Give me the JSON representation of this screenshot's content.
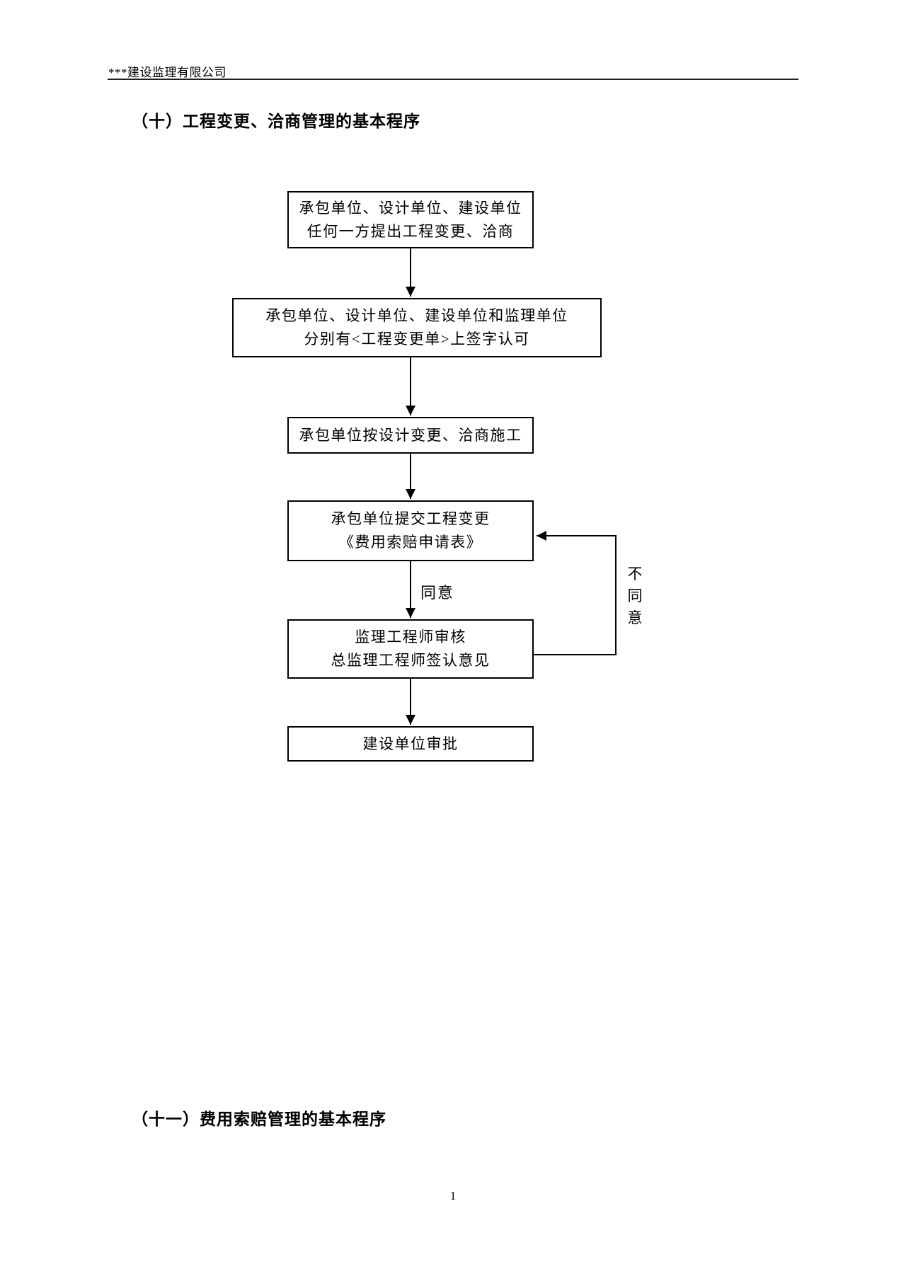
{
  "colors": {
    "ink": "#000000",
    "background": "#ffffff"
  },
  "header": {
    "company": "***建设监理有限公司"
  },
  "sections": {
    "ten_title": "（十）工程变更、洽商管理的基本程序",
    "eleven_title": "（十一）费用索赔管理的基本程序"
  },
  "flowchart": {
    "boxes": [
      {
        "lines": [
          "承包单位、设计单位、建设单位",
          "任何一方提出工程变更、洽商"
        ]
      },
      {
        "lines": [
          "承包单位、设计单位、建设单位和监理单位",
          "分别有<工程变更单>上签字认可"
        ]
      },
      {
        "lines": [
          "承包单位按设计变更、洽商施工"
        ]
      },
      {
        "lines": [
          "承包单位提交工程变更",
          "《费用索赔申请表》"
        ]
      },
      {
        "lines": [
          "监理工程师审核",
          "总监理工程师签认意见"
        ]
      },
      {
        "lines": [
          "建设单位审批"
        ]
      }
    ],
    "edge_labels": {
      "agree": "同意",
      "disagree": "不同意"
    }
  },
  "footer": {
    "page_number": "1"
  }
}
